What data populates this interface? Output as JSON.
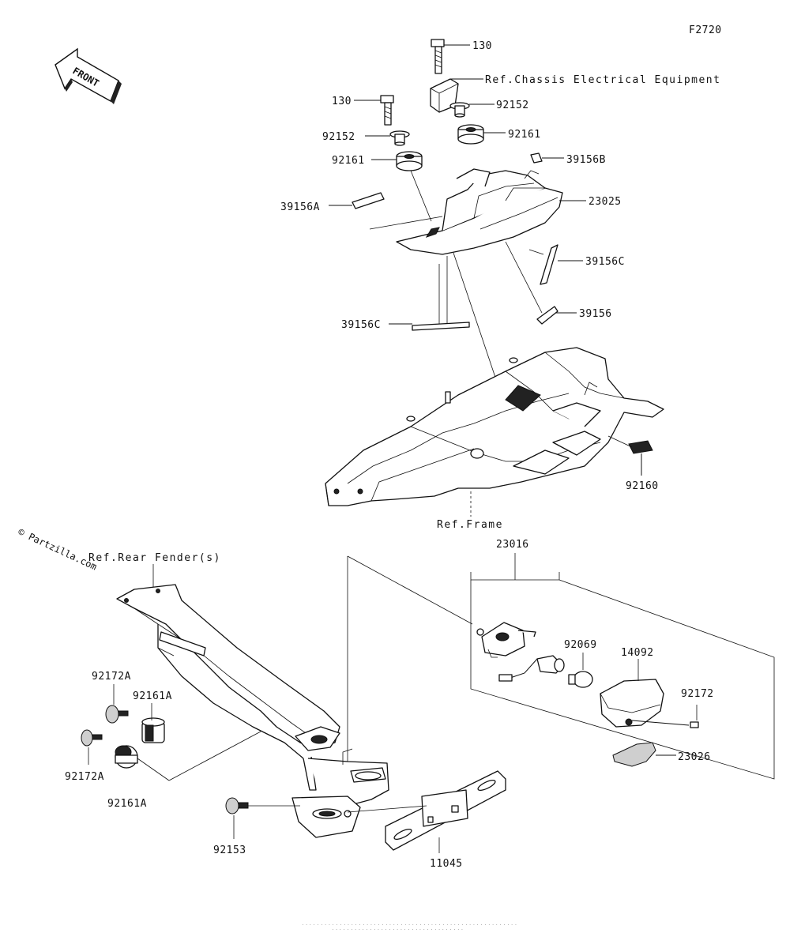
{
  "figure_code": "F2720",
  "front_label": "FRONT",
  "watermark": "© Partzilla.com",
  "refs": {
    "chassis": "Ref.Chassis Electrical Equipment",
    "frame": "Ref.Frame",
    "rear_fender": "Ref.Rear Fender(s)"
  },
  "labels": {
    "p130_top": "130",
    "p130_left": "130",
    "p92152_right": "92152",
    "p92152_left": "92152",
    "p92161_right": "92161",
    "p92161_left": "92161",
    "p39156B": "39156B",
    "p23025": "23025",
    "p39156A": "39156A",
    "p39156C_right": "39156C",
    "p39156C_left": "39156C",
    "p39156": "39156",
    "p92160": "92160",
    "p23016": "23016",
    "p92069": "92069",
    "p14092": "14092",
    "p92172": "92172",
    "p23026": "23026",
    "p92172A_top": "92172A",
    "p92161A_top": "92161A",
    "p92172A_bottom": "92172A",
    "p92161A_bottom": "92161A",
    "p92153": "92153",
    "p11045": "11045"
  }
}
